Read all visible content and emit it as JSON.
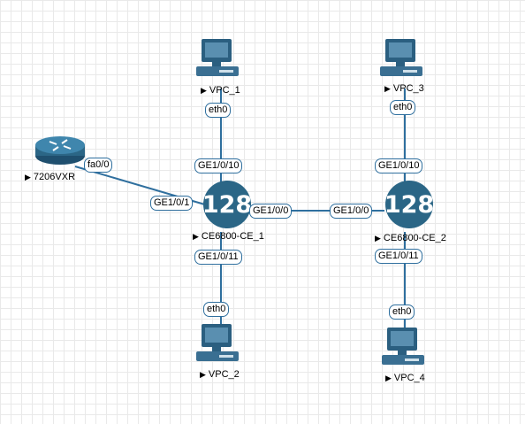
{
  "nodes": {
    "router": {
      "label": "7206VXR"
    },
    "ce1": {
      "label": "CE6800-CE_1",
      "icon_text": "128"
    },
    "ce2": {
      "label": "CE6800-CE_2",
      "icon_text": "128"
    },
    "vpc1": {
      "label": "VPC_1"
    },
    "vpc2": {
      "label": "VPC_2"
    },
    "vpc3": {
      "label": "VPC_3"
    },
    "vpc4": {
      "label": "VPC_4"
    }
  },
  "ports": {
    "router_fa": "fa0/0",
    "ce1_ge101": "GE1/0/1",
    "ce1_ge100": "GE1/0/0",
    "ce1_ge1010": "GE1/0/10",
    "ce1_ge1011": "GE1/0/11",
    "ce2_ge100": "GE1/0/0",
    "ce2_ge1010": "GE1/0/10",
    "ce2_ge1011": "GE1/0/11",
    "vpc1_eth": "eth0",
    "vpc2_eth": "eth0",
    "vpc3_eth": "eth0",
    "vpc4_eth": "eth0"
  },
  "colors": {
    "link": "#2f6f9e",
    "switch": "#2b6686",
    "grid": "#e9e9e9"
  },
  "icons": {
    "router": "router-icon",
    "switch": "switch-icon",
    "vpc": "computer-icon"
  }
}
